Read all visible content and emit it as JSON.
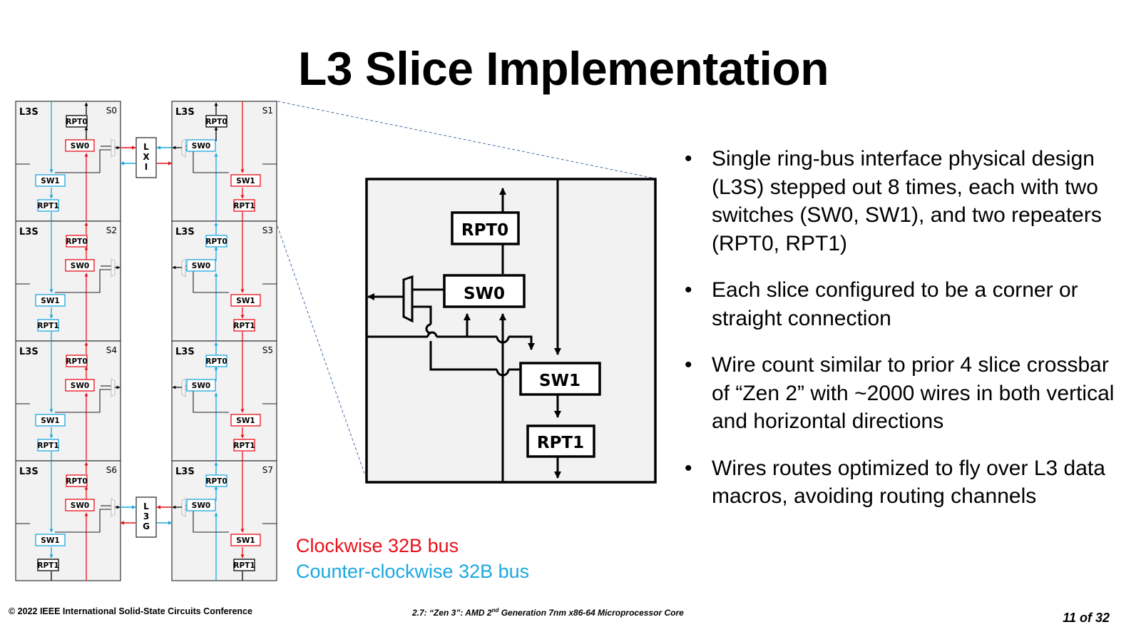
{
  "slide": {
    "title": "L3 Slice Implementation",
    "page_indicator": "11 of 32"
  },
  "colors": {
    "clockwise": "#e8101a",
    "counter_clockwise": "#1ba8e0",
    "neutral": "#000000",
    "slice_fill": "#f2f2f2"
  },
  "ring_diagram": {
    "slice_label": "L3S",
    "slices": [
      {
        "id": "S0",
        "column": "left",
        "sw0_color": "clockwise",
        "sw1_color": "counter_clockwise",
        "rpt0_color": "neutral",
        "rpt1_color": "counter_clockwise"
      },
      {
        "id": "S1",
        "column": "right",
        "sw0_color": "counter_clockwise",
        "sw1_color": "clockwise",
        "rpt0_color": "neutral",
        "rpt1_color": "clockwise"
      },
      {
        "id": "S2",
        "column": "left",
        "sw0_color": "clockwise",
        "sw1_color": "counter_clockwise",
        "rpt0_color": "clockwise",
        "rpt1_color": "counter_clockwise"
      },
      {
        "id": "S3",
        "column": "right",
        "sw0_color": "counter_clockwise",
        "sw1_color": "clockwise",
        "rpt0_color": "counter_clockwise",
        "rpt1_color": "clockwise"
      },
      {
        "id": "S4",
        "column": "left",
        "sw0_color": "clockwise",
        "sw1_color": "counter_clockwise",
        "rpt0_color": "clockwise",
        "rpt1_color": "counter_clockwise"
      },
      {
        "id": "S5",
        "column": "right",
        "sw0_color": "counter_clockwise",
        "sw1_color": "clockwise",
        "rpt0_color": "counter_clockwise",
        "rpt1_color": "clockwise"
      },
      {
        "id": "S6",
        "column": "left",
        "sw0_color": "clockwise",
        "sw1_color": "counter_clockwise",
        "rpt0_color": "clockwise",
        "rpt1_color": "neutral"
      },
      {
        "id": "S7",
        "column": "right",
        "sw0_color": "counter_clockwise",
        "sw1_color": "clockwise",
        "rpt0_color": "counter_clockwise",
        "rpt1_color": "neutral"
      }
    ],
    "block_labels": {
      "sw0": "SW0",
      "sw1": "SW1",
      "rpt0": "RPT0",
      "rpt1": "RPT1"
    },
    "connectors": [
      {
        "id": "lxi",
        "letters": [
          "L",
          "X",
          "I"
        ]
      },
      {
        "id": "l3g",
        "letters": [
          "L",
          "3",
          "G"
        ]
      }
    ]
  },
  "detail_diagram": {
    "blocks": {
      "rpt0": "RPT0",
      "sw0": "SW0",
      "sw1": "SW1",
      "rpt1": "RPT1"
    }
  },
  "legend": {
    "clockwise": "Clockwise 32B bus",
    "counter_clockwise": "Counter-clockwise 32B bus"
  },
  "bullets": [
    {
      "marker": "•",
      "text": "Single ring-bus interface physical design (L3S) stepped out 8 times, each with two switches (SW0, SW1), and two repeaters (RPT0, RPT1)"
    },
    {
      "marker": "•",
      "text": "Each slice configured to be a corner or straight connection"
    },
    {
      "marker": "•",
      "text": "Wire count similar to prior 4 slice crossbar of “Zen 2” with ~2000 wires in both vertical and horizontal directions"
    },
    {
      "marker": "•",
      "text": "Wires routes optimized to fly over L3 data macros, avoiding routing channels"
    }
  ],
  "footer": {
    "copyright": "© 2022 IEEE International Solid-State Circuits Conference",
    "session_prefix": "2.7: “Zen 3”: AMD 2",
    "session_sup": "nd",
    "session_suffix": " Generation 7nm x86-64 Microprocessor Core"
  }
}
